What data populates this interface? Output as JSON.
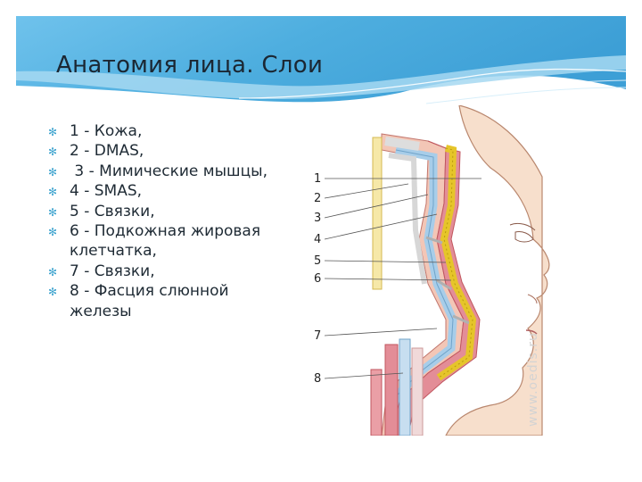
{
  "slide": {
    "title": "Анатомия лица. Слои",
    "bullets": [
      {
        "text": "1 - Кожа,"
      },
      {
        "text": "2 - DMAS,"
      },
      {
        "text": " 3 - Мимические мышцы,"
      },
      {
        "text": "4 - SMAS,"
      },
      {
        "text": "5 - Связки,"
      },
      {
        "text": "6 - Подкожная жировая клетчатка,"
      },
      {
        "text": "7 - Связки,"
      },
      {
        "text": "8 - Фасция слюнной железы"
      }
    ],
    "bullet_icon": "snowflake-icon"
  },
  "figure": {
    "labels": [
      "1",
      "2",
      "3",
      "4",
      "5",
      "6",
      "7",
      "8"
    ],
    "watermark": "www.oedis.ru"
  },
  "colors": {
    "header_sky": "#5fb6e4",
    "header_light": "#bfe3f5",
    "bullet": "#3fa4cf",
    "skin": "#f4d8c3",
    "muscle": "#e38d97",
    "fat": "#ecd43a",
    "fascia": "#8ec4e6"
  }
}
